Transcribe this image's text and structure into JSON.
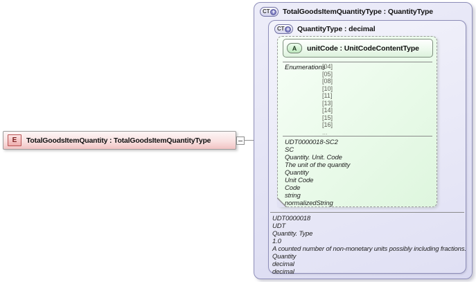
{
  "diagram": {
    "element": {
      "badge": "E",
      "label": "TotalGoodsItemQuantity : TotalGoodsItemQuantityType"
    },
    "total_goods_type": {
      "badge": "CT",
      "badge_plus": "+",
      "title": "TotalGoodsItemQuantityType : QuantityType"
    },
    "quantity_type": {
      "badge": "CT",
      "badge_plus": "+",
      "title": "QuantityType : decimal",
      "annotation": {
        "lines": [
          "UDT0000018",
          "UDT",
          "Quantity. Type",
          "1.0",
          "A counted number of non-monetary units possibly including fractions.",
          "Quantity",
          "decimal",
          "decimal"
        ]
      }
    },
    "unit_code_attribute": {
      "badge": "A",
      "title": "unitCode : UnitCodeContentType",
      "facets": {
        "label": "Enumerations",
        "values": [
          "[04]",
          "[05]",
          "[08]",
          "[10]",
          "[11]",
          "[13]",
          "[14]",
          "[15]",
          "[16]",
          "..."
        ]
      },
      "annotation": {
        "lines": [
          "UDT0000018-SC2",
          "SC",
          "Quantity. Unit. Code",
          "The unit of the quantity",
          "Quantity",
          "Unit Code",
          "Code",
          "string",
          "normalizedString"
        ]
      }
    },
    "colors": {
      "element_fill": "#f1c3c3",
      "element_badge_border": "#b85252",
      "complex_type_fill": "#dadaf1",
      "complex_type_border": "#8d8db8",
      "attribute_fill": "#def6de",
      "attribute_border": "#9a9a9a",
      "badge_plus_fill": "#8080c4"
    }
  }
}
